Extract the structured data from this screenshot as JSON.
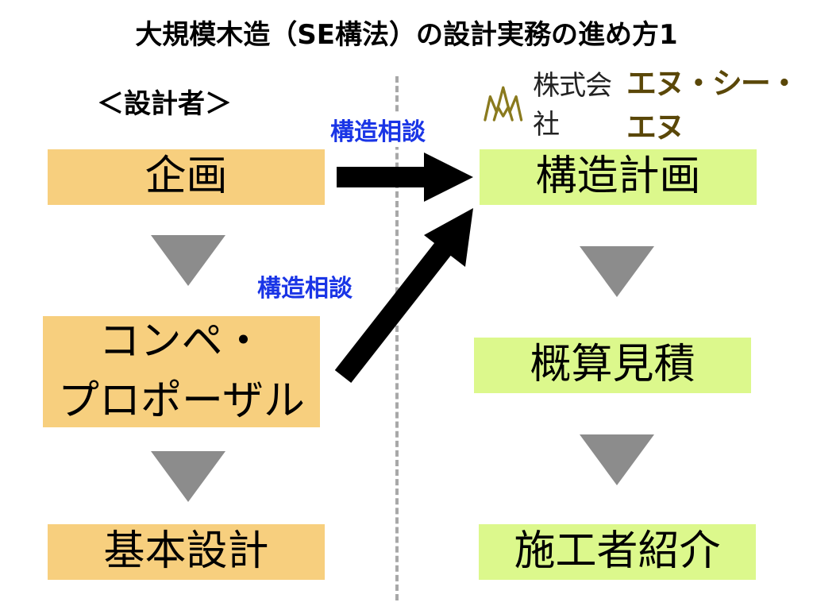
{
  "title": "大規模木造（SE構法）の設計実務の進め方1",
  "designer_label": "＜設計者＞",
  "company": {
    "name": "株式会社",
    "brand": "エヌ・シー・エヌ",
    "logo_color": "#8a7a1e"
  },
  "designer_steps": [
    "企画",
    "コンペ・プロポーザル",
    "基本設計"
  ],
  "designer_step_lines": [
    [
      "企画"
    ],
    [
      "コンペ・",
      "プロポーザル"
    ],
    [
      "基本設計"
    ]
  ],
  "ncn_steps": [
    "構造計画",
    "概算見積",
    "施工者紹介"
  ],
  "consultation_label": "構造相談",
  "colors": {
    "designer_box": "#f7cf7e",
    "ncn_box": "#dcf88c",
    "flow_triangle": "#8c8c8c",
    "consultation_text": "#1a35e6",
    "divider": "#a8a8a8"
  }
}
